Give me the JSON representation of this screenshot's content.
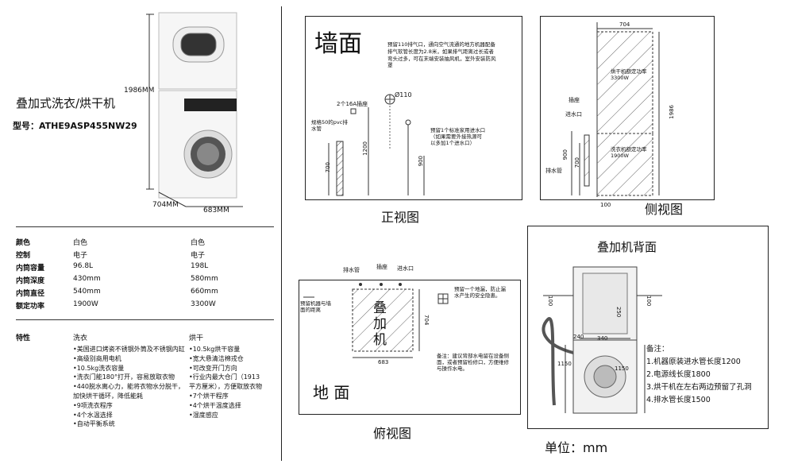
{
  "product": {
    "dim_height": "1986MM",
    "dim_depth": "704MM",
    "dim_width": "683MM",
    "title": "叠加式洗衣/烘干机",
    "model": "型号：ATHE9ASP455NW29"
  },
  "specs": {
    "rows": [
      {
        "label": "颜色",
        "washer": "白色",
        "dryer": "白色"
      },
      {
        "label": "控制",
        "washer": "电子",
        "dryer": "电子"
      },
      {
        "label": "内筒容量",
        "washer": "96.8L",
        "dryer": "198L"
      },
      {
        "label": "内筒深度",
        "washer": "430mm",
        "dryer": "580mm"
      },
      {
        "label": "内筒直径",
        "washer": "540mm",
        "dryer": "660mm"
      },
      {
        "label": "额定功率",
        "washer": "1900W",
        "dryer": "3300W"
      }
    ],
    "features_label": "特性",
    "washer_title": "洗衣",
    "dryer_title": "烘干",
    "washer_features": [
      "•美国进口烤瓷不锈钢外筒及不锈钢内缸",
      "•高级别商用电机",
      "•10.5kg洗衣容量",
      "•洗衣门能180°打开，容易放取衣物",
      "•440脱水离心力，能将衣物水分脱干，",
      "  加快烘干循环，降低能耗",
      "•9项洗衣程序",
      "•4个水温选择",
      "•自动平衡系统"
    ],
    "dryer_features": [
      "•10.5kg烘干容量",
      "•宽大悬清洁棉戎仓",
      "•可改变开门方向",
      "•行业内最大仓门（1913",
      "  平方厘米），方便取放衣物",
      "•7个烘干程序",
      "•4个烘干温度选择",
      "•湿度感应"
    ]
  },
  "front_view": {
    "heading": "墙面",
    "note_vent": "预留110排气口，通向空气流通的地方机器配备排气软管长度为2.8米，如果排气距离过长或者弯头过多，可在末端安装抽风机，室外安装防风罩",
    "vent_size": "Ø110",
    "socket_label": "2个16A插座",
    "drain_label": "规格50的pvc排水管",
    "tap_note": "预留1个标准家用进水口（如果需要外接热源可以多加1个进水口）",
    "dim_700": "700",
    "dim_1200": "1200",
    "dim_900": "900",
    "caption": "正视图"
  },
  "side_view": {
    "dim_704": "704",
    "dim_1986": "1986",
    "dryer_label": "烘干机额定功率3300W",
    "washer_label": "洗衣机额定功率1900W",
    "socket": "插座",
    "inlet": "进水口",
    "drain": "排水管",
    "dim_900": "900",
    "dim_700": "700",
    "dim_100": "100",
    "caption": "侧视图"
  },
  "top_view": {
    "drain": "排水管",
    "socket": "插座",
    "inlet": "进水口",
    "left_note": "预留机器与墙面的距离",
    "floor_drain_note": "预留一个地漏，防止漏水产生的安全隐患。",
    "stack_label": "叠加机",
    "dim_704": "704",
    "dim_683": "683",
    "remark": "备注：建议背部水电留在设备侧面，或者预留检修口，方便维修与操作水电。",
    "floor_label": "地 面",
    "caption": "俯视图"
  },
  "back_view": {
    "title": "叠加机背面",
    "dim_100_left": "100",
    "dim_100_right": "100",
    "dim_250": "250",
    "dim_240": "240",
    "dim_340": "340",
    "dim_1150_left": "1150",
    "dim_1150_right": "1150",
    "notes_title": "备注：",
    "notes": [
      "1.机器原装进水管长度1200",
      "2.电源线长度1800",
      "3.烘干机在左右两边预留了孔洞",
      "4.排水管长度1500"
    ]
  },
  "unit": "单位：mm"
}
